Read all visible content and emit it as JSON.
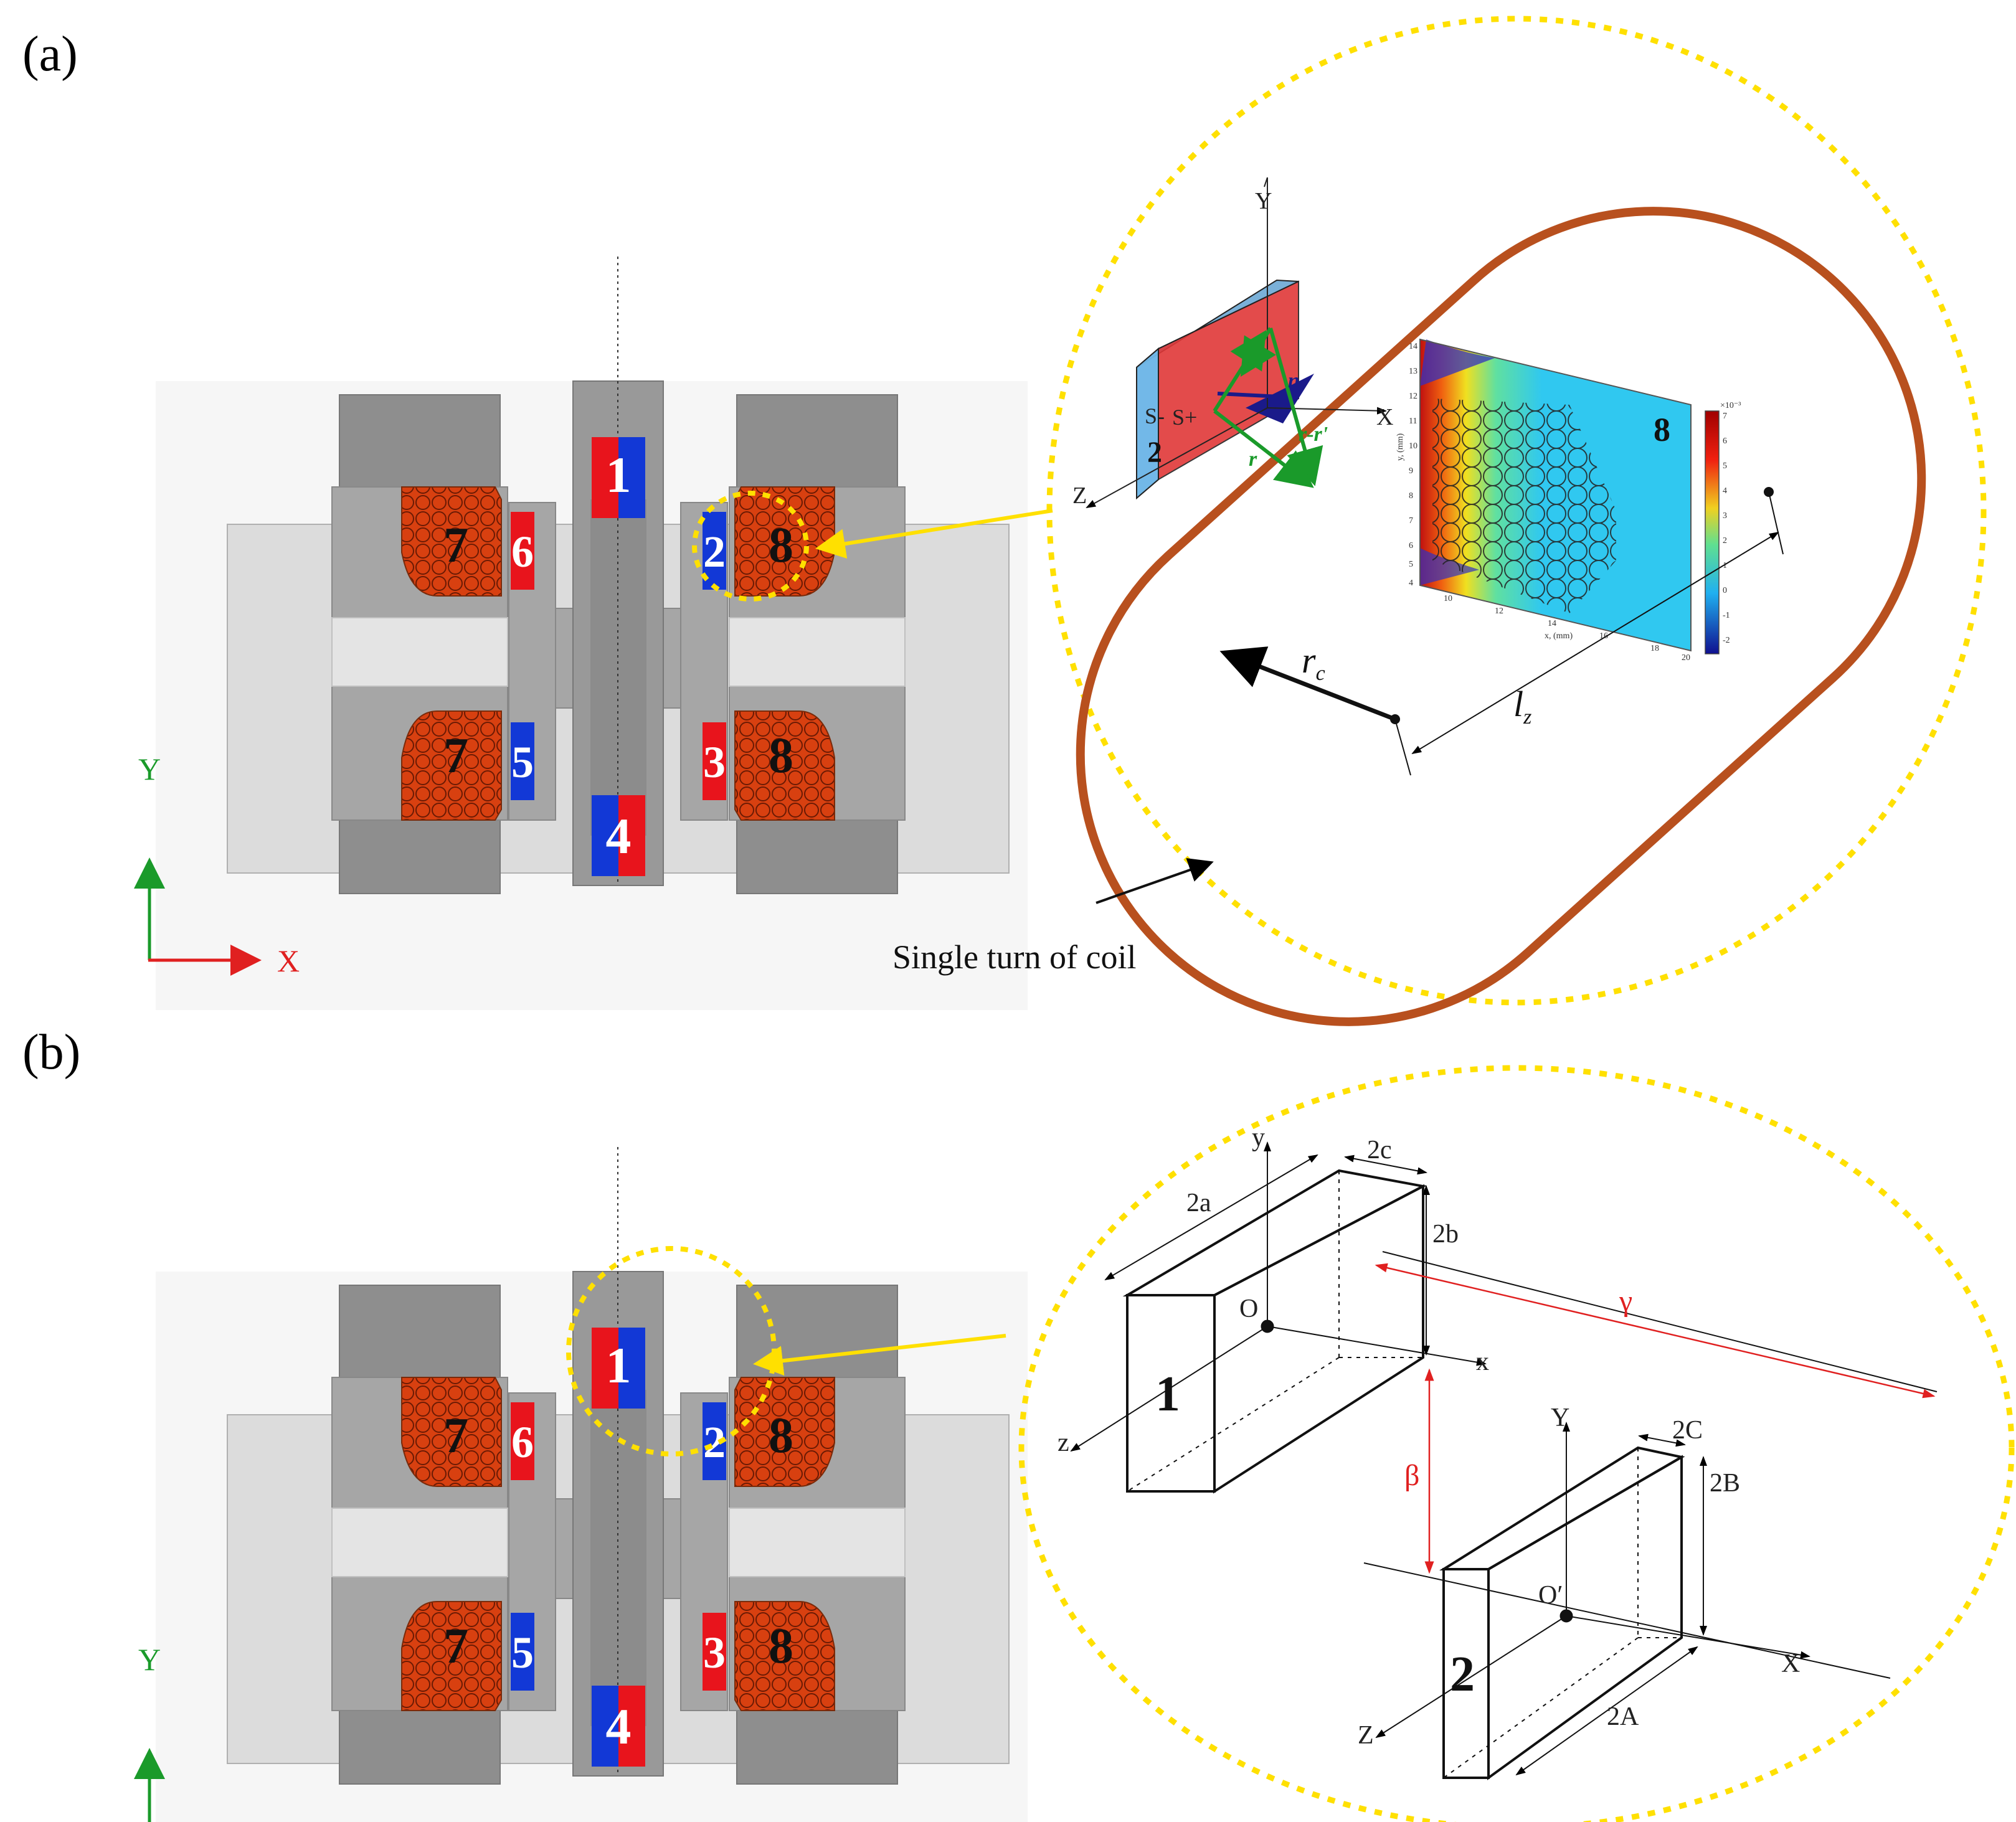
{
  "panels": [
    {
      "label": "(a)"
    },
    {
      "label": "(b)"
    }
  ],
  "magnet_labels": [
    "1",
    "2",
    "3",
    "4",
    "5",
    "6"
  ],
  "coil_labels": [
    "7",
    "8"
  ],
  "axes": {
    "x": "X",
    "y": "Y"
  },
  "panel_a": {
    "surface_minus": "S-",
    "surface_plus": "S+",
    "magnet": "2",
    "vectors": [
      "r'",
      "n",
      "r",
      "r-r'"
    ],
    "coil_number": "8",
    "axis_x": "X",
    "axis_y": "Y",
    "axis_z": "Z",
    "radius_label": "r",
    "radius_sub": "c",
    "length_label": "l",
    "length_sub": "z",
    "callout": "Single turn of coil",
    "heatmap": {
      "ylabel": "y, (mm)",
      "xlabel": "x, (mm)",
      "xticks": [
        "10",
        "12",
        "14",
        "16",
        "18",
        "20"
      ],
      "yticks": [
        "14",
        "13",
        "12",
        "11",
        "10",
        "9",
        "8",
        "7",
        "6",
        "5",
        "4"
      ],
      "colorbar_scale": "×10⁻³",
      "colorbar_ticks": [
        "7",
        "6",
        "5",
        "4",
        "3",
        "2",
        "1",
        "0",
        "-1",
        "-2"
      ]
    }
  },
  "panel_b": {
    "box1": "1",
    "box2": "2",
    "dim_2a": "2a",
    "dim_2b": "2b",
    "dim_2c": "2c",
    "dim_2A": "2A",
    "dim_2B": "2B",
    "dim_2C": "2C",
    "origin1": "O",
    "origin2": "O′",
    "gamma": "γ",
    "beta": "β",
    "axis1_x": "x",
    "axis1_y": "y",
    "axis1_z": "z",
    "axis2_x": "X",
    "axis2_y": "Y",
    "axis2_z": "Z"
  },
  "colors": {
    "magnet_red": "#e8141c",
    "magnet_blue": "#1238d6",
    "coil": "#d84010",
    "callout": "#ffe000",
    "axis_x": "#e02020",
    "axis_y": "#1a9a2a",
    "dim_red": "#e02020"
  }
}
